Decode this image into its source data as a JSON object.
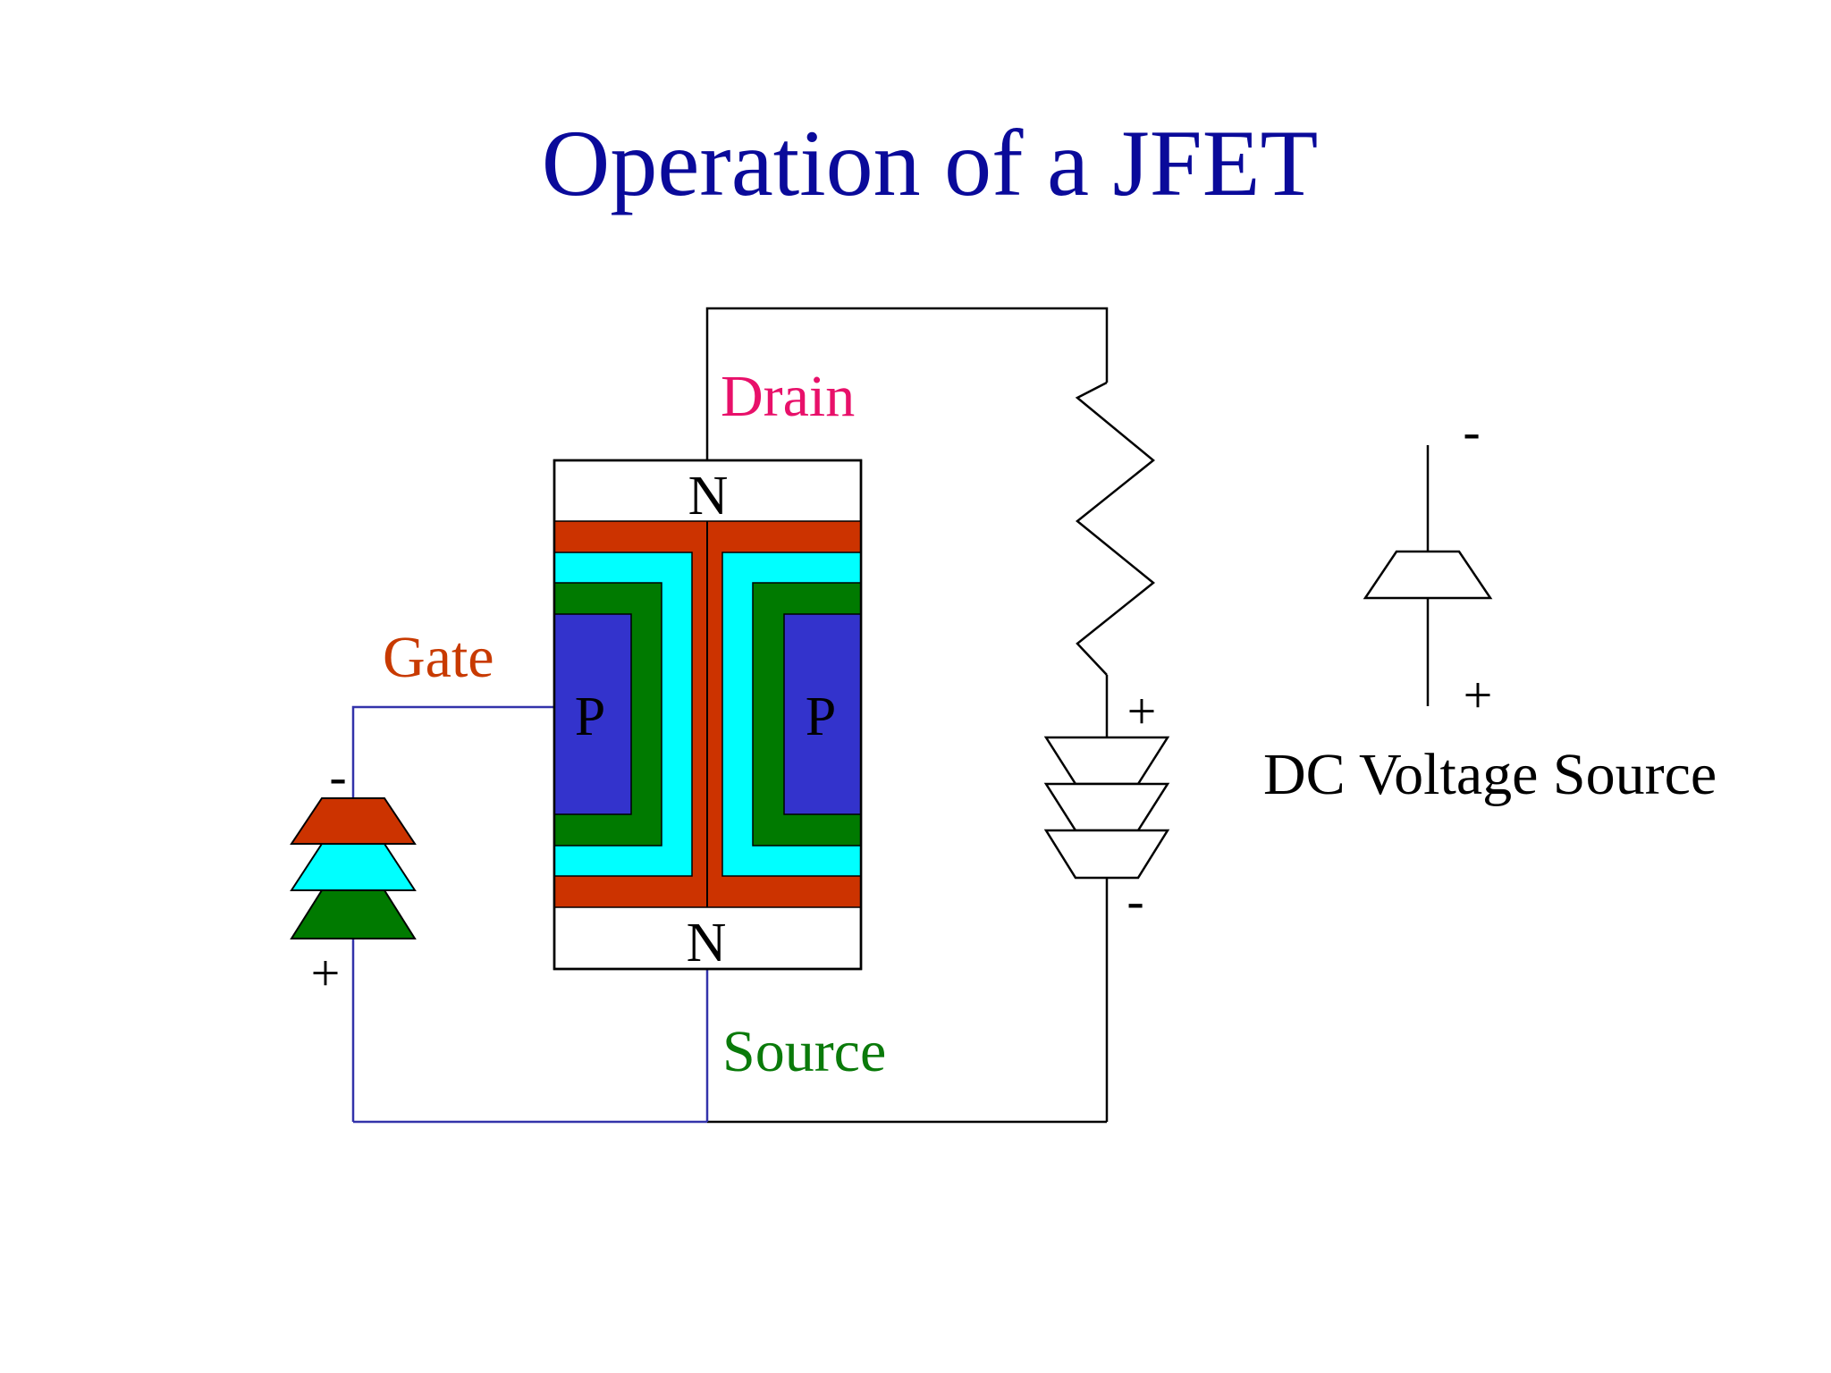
{
  "title": "Operation of a  JFET",
  "labels": {
    "drain": "Drain",
    "gate": "Gate",
    "source": "Source",
    "legend": "DC Voltage Source"
  },
  "regions": {
    "n_top": "N",
    "n_bottom": "N",
    "p_left": "P",
    "p_right": "P"
  },
  "signs": {
    "gate_battery_minus": "-",
    "gate_battery_plus": "+",
    "drain_battery_plus": "+",
    "drain_battery_minus": "-",
    "legend_minus": "-",
    "legend_plus": "+"
  },
  "colors": {
    "title": "#0a0a9a",
    "drain": "#e8106a",
    "gate": "#c83a00",
    "source": "#0a7a0a",
    "channel_red": "#cc3300",
    "depletion_cyan": "#00ffff",
    "depletion_green": "#007a00",
    "p_blue": "#3333cc",
    "gate_wire": "#3333aa",
    "wire": "#000000"
  }
}
